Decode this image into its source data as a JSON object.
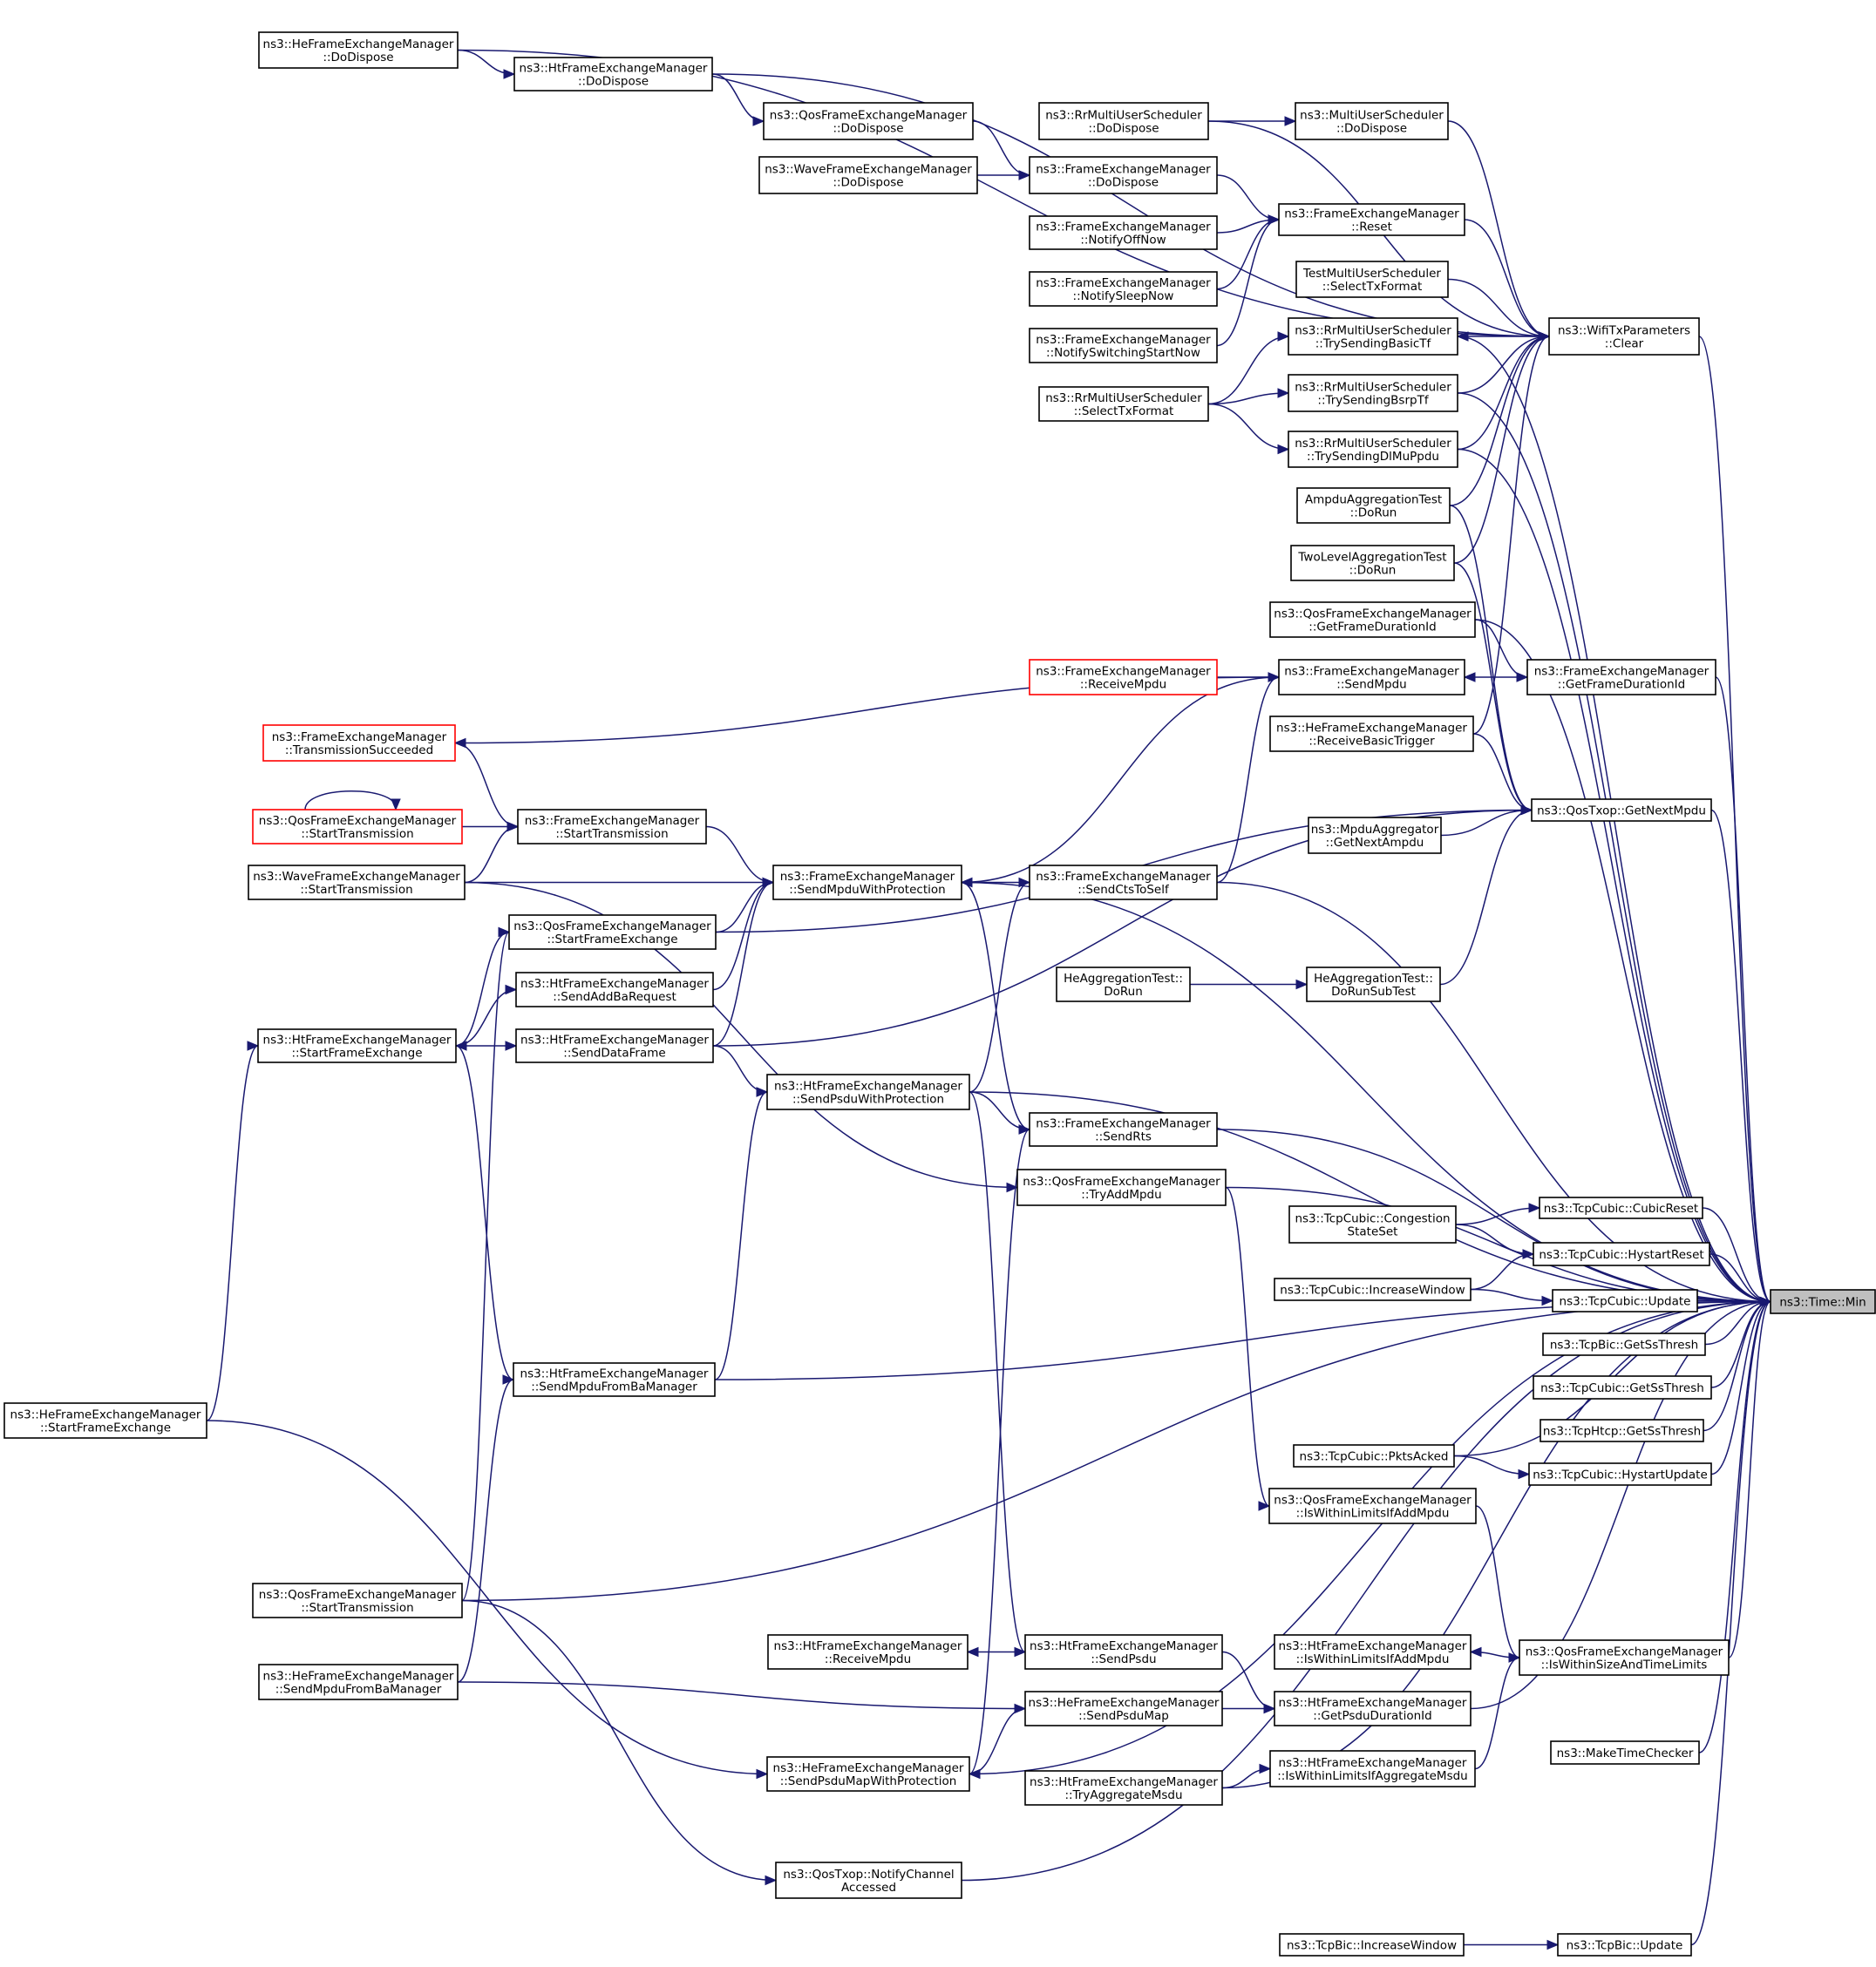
{
  "diagram": {
    "root": "min",
    "nodes": [
      {
        "id": "min",
        "lines": [
          "ns3::Time::Min"
        ],
        "style": "root"
      },
      {
        "id": "clear",
        "lines": [
          "ns3::WifiTxParameters",
          "::Clear"
        ]
      },
      {
        "id": "he_dispose",
        "lines": [
          "ns3::HeFrameExchangeManager",
          "::DoDispose"
        ]
      },
      {
        "id": "ht_dispose",
        "lines": [
          "ns3::HtFrameExchangeManager",
          "::DoDispose"
        ]
      },
      {
        "id": "qos_dispose",
        "lines": [
          "ns3::QosFrameExchangeManager",
          "::DoDispose"
        ]
      },
      {
        "id": "wave_dispose",
        "lines": [
          "ns3::WaveFrameExchangeManager",
          "::DoDispose"
        ]
      },
      {
        "id": "fem_dispose",
        "lines": [
          "ns3::FrameExchangeManager",
          "::DoDispose"
        ]
      },
      {
        "id": "rr_dispose",
        "lines": [
          "ns3::RrMultiUserScheduler",
          "::DoDispose"
        ]
      },
      {
        "id": "mu_dispose",
        "lines": [
          "ns3::MultiUserScheduler",
          "::DoDispose"
        ]
      },
      {
        "id": "fem_reset",
        "lines": [
          "ns3::FrameExchangeManager",
          "::Reset"
        ]
      },
      {
        "id": "notify_off",
        "lines": [
          "ns3::FrameExchangeManager",
          "::NotifyOffNow"
        ]
      },
      {
        "id": "notify_sleep",
        "lines": [
          "ns3::FrameExchangeManager",
          "::NotifySleepNow"
        ]
      },
      {
        "id": "notify_switch",
        "lines": [
          "ns3::FrameExchangeManager",
          "::NotifySwitchingStartNow"
        ]
      },
      {
        "id": "test_select",
        "lines": [
          "TestMultiUserScheduler",
          "::SelectTxFormat"
        ]
      },
      {
        "id": "rr_select",
        "lines": [
          "ns3::RrMultiUserScheduler",
          "::SelectTxFormat"
        ]
      },
      {
        "id": "rr_basic",
        "lines": [
          "ns3::RrMultiUserScheduler",
          "::TrySendingBasicTf"
        ]
      },
      {
        "id": "rr_bsrp",
        "lines": [
          "ns3::RrMultiUserScheduler",
          "::TrySendingBsrpTf"
        ]
      },
      {
        "id": "rr_dlmu",
        "lines": [
          "ns3::RrMultiUserScheduler",
          "::TrySendingDlMuPpdu"
        ]
      },
      {
        "id": "ampdu_test",
        "lines": [
          "AmpduAggregationTest",
          "::DoRun"
        ]
      },
      {
        "id": "twolevel_test",
        "lines": [
          "TwoLevelAggregationTest",
          "::DoRun"
        ]
      },
      {
        "id": "qos_getdur",
        "lines": [
          "ns3::QosFrameExchangeManager",
          "::GetFrameDurationId"
        ]
      },
      {
        "id": "fem_getdur",
        "lines": [
          "ns3::FrameExchangeManager",
          "::GetFrameDurationId"
        ]
      },
      {
        "id": "fem_recvmpdu",
        "lines": [
          "ns3::FrameExchangeManager",
          "::ReceiveMpdu"
        ],
        "style": "red"
      },
      {
        "id": "fem_sendmpdu",
        "lines": [
          "ns3::FrameExchangeManager",
          "::SendMpdu"
        ]
      },
      {
        "id": "he_recvbasic",
        "lines": [
          "ns3::HeFrameExchangeManager",
          "::ReceiveBasicTrigger"
        ]
      },
      {
        "id": "qostxop_next",
        "lines": [
          "ns3::QosTxop::GetNextMpdu"
        ]
      },
      {
        "id": "mpdu_agg",
        "lines": [
          "ns3::MpduAggregator",
          "::GetNextAmpdu"
        ]
      },
      {
        "id": "fem_txsucc",
        "lines": [
          "ns3::FrameExchangeManager",
          "::TransmissionSucceeded"
        ],
        "style": "red"
      },
      {
        "id": "qos_starttx_red",
        "lines": [
          "ns3::QosFrameExchangeManager",
          "::StartTransmission"
        ],
        "style": "red"
      },
      {
        "id": "fem_starttx",
        "lines": [
          "ns3::FrameExchangeManager",
          "::StartTransmission"
        ]
      },
      {
        "id": "wave_starttx",
        "lines": [
          "ns3::WaveFrameExchangeManager",
          "::StartTransmission"
        ]
      },
      {
        "id": "fem_sendprot",
        "lines": [
          "ns3::FrameExchangeManager",
          "::SendMpduWithProtection"
        ]
      },
      {
        "id": "fem_cts",
        "lines": [
          "ns3::FrameExchangeManager",
          "::SendCtsToSelf"
        ]
      },
      {
        "id": "qos_startfe",
        "lines": [
          "ns3::QosFrameExchangeManager",
          "::StartFrameExchange"
        ]
      },
      {
        "id": "ht_addba",
        "lines": [
          "ns3::HtFrameExchangeManager",
          "::SendAddBaRequest"
        ]
      },
      {
        "id": "heagg_dorun",
        "lines": [
          "HeAggregationTest::",
          "DoRun"
        ]
      },
      {
        "id": "heagg_sub",
        "lines": [
          "HeAggregationTest::",
          "DoRunSubTest"
        ]
      },
      {
        "id": "ht_startfe",
        "lines": [
          "ns3::HtFrameExchangeManager",
          "::StartFrameExchange"
        ]
      },
      {
        "id": "ht_data",
        "lines": [
          "ns3::HtFrameExchangeManager",
          "::SendDataFrame"
        ]
      },
      {
        "id": "ht_psduprot",
        "lines": [
          "ns3::HtFrameExchangeManager",
          "::SendPsduWithProtection"
        ]
      },
      {
        "id": "fem_rts",
        "lines": [
          "ns3::FrameExchangeManager",
          "::SendRts"
        ]
      },
      {
        "id": "qos_tryadd",
        "lines": [
          "ns3::QosFrameExchangeManager",
          "::TryAddMpdu"
        ]
      },
      {
        "id": "cubic_state",
        "lines": [
          "ns3::TcpCubic::Congestion",
          "StateSet"
        ]
      },
      {
        "id": "cubic_reset",
        "lines": [
          "ns3::TcpCubic::CubicReset"
        ]
      },
      {
        "id": "cubic_hystreset",
        "lines": [
          "ns3::TcpCubic::HystartReset"
        ]
      },
      {
        "id": "cubic_incwin",
        "lines": [
          "ns3::TcpCubic::IncreaseWindow"
        ]
      },
      {
        "id": "cubic_update",
        "lines": [
          "ns3::TcpCubic::Update"
        ]
      },
      {
        "id": "bic_ss",
        "lines": [
          "ns3::TcpBic::GetSsThresh"
        ]
      },
      {
        "id": "cubic_ss",
        "lines": [
          "ns3::TcpCubic::GetSsThresh"
        ]
      },
      {
        "id": "htcp_ss",
        "lines": [
          "ns3::TcpHtcp::GetSsThresh"
        ]
      },
      {
        "id": "he_startfe",
        "lines": [
          "ns3::HeFrameExchangeManager",
          "::StartFrameExchange"
        ]
      },
      {
        "id": "ht_mpduba",
        "lines": [
          "ns3::HtFrameExchangeManager",
          "::SendMpduFromBaManager"
        ]
      },
      {
        "id": "cubic_pkts",
        "lines": [
          "ns3::TcpCubic::PktsAcked"
        ]
      },
      {
        "id": "cubic_hystupd",
        "lines": [
          "ns3::TcpCubic::HystartUpdate"
        ]
      },
      {
        "id": "qos_limadd",
        "lines": [
          "ns3::QosFrameExchangeManager",
          "::IsWithinLimitsIfAddMpdu"
        ]
      },
      {
        "id": "qos_starttx",
        "lines": [
          "ns3::QosFrameExchangeManager",
          "::StartTransmission"
        ]
      },
      {
        "id": "ht_recvmpdu",
        "lines": [
          "ns3::HtFrameExchangeManager",
          "::ReceiveMpdu"
        ]
      },
      {
        "id": "ht_sendpsdu",
        "lines": [
          "ns3::HtFrameExchangeManager",
          "::SendPsdu"
        ]
      },
      {
        "id": "ht_limadd",
        "lines": [
          "ns3::HtFrameExchangeManager",
          "::IsWithinLimitsIfAddMpdu"
        ]
      },
      {
        "id": "qos_sizetime",
        "lines": [
          "ns3::QosFrameExchangeManager",
          "::IsWithinSizeAndTimeLimits"
        ]
      },
      {
        "id": "he_mpduba",
        "lines": [
          "ns3::HeFrameExchangeManager",
          "::SendMpduFromBaManager"
        ]
      },
      {
        "id": "he_psdumap",
        "lines": [
          "ns3::HeFrameExchangeManager",
          "::SendPsduMap"
        ]
      },
      {
        "id": "ht_psdudur",
        "lines": [
          "ns3::HtFrameExchangeManager",
          "::GetPsduDurationId"
        ]
      },
      {
        "id": "make_checker",
        "lines": [
          "ns3::MakeTimeChecker"
        ]
      },
      {
        "id": "he_psdumapprot",
        "lines": [
          "ns3::HeFrameExchangeManager",
          "::SendPsduMapWithProtection"
        ]
      },
      {
        "id": "ht_tryagg",
        "lines": [
          "ns3::HtFrameExchangeManager",
          "::TryAggregateMsdu"
        ]
      },
      {
        "id": "ht_limagg",
        "lines": [
          "ns3::HtFrameExchangeManager",
          "::IsWithinLimitsIfAggregateMsdu"
        ]
      },
      {
        "id": "qostxop_notify",
        "lines": [
          "ns3::QosTxop::NotifyChannel",
          "Accessed"
        ]
      },
      {
        "id": "bic_incwin",
        "lines": [
          "ns3::TcpBic::IncreaseWindow"
        ]
      },
      {
        "id": "bic_update",
        "lines": [
          "ns3::TcpBic::Update"
        ]
      }
    ],
    "edges": [
      [
        "he_dispose",
        "ht_dispose"
      ],
      [
        "ht_dispose",
        "qos_dispose"
      ],
      [
        "qos_dispose",
        "fem_dispose"
      ],
      [
        "wave_dispose",
        "fem_dispose"
      ],
      [
        "fem_dispose",
        "fem_reset"
      ],
      [
        "rr_dispose",
        "mu_dispose"
      ],
      [
        "notify_off",
        "fem_reset"
      ],
      [
        "notify_sleep",
        "fem_reset"
      ],
      [
        "notify_switch",
        "fem_reset"
      ],
      [
        "rr_select",
        "rr_basic"
      ],
      [
        "rr_select",
        "rr_bsrp"
      ],
      [
        "rr_select",
        "rr_dlmu"
      ],
      [
        "he_dispose",
        "clear"
      ],
      [
        "ht_dispose",
        "clear"
      ],
      [
        "rr_dispose",
        "clear"
      ],
      [
        "mu_dispose",
        "clear"
      ],
      [
        "fem_reset",
        "clear"
      ],
      [
        "test_select",
        "clear"
      ],
      [
        "clear",
        "rr_basic"
      ],
      [
        "rr_bsrp",
        "clear"
      ],
      [
        "rr_dlmu",
        "clear"
      ],
      [
        "ampdu_test",
        "clear"
      ],
      [
        "twolevel_test",
        "clear"
      ],
      [
        "he_recvbasic",
        "clear"
      ],
      [
        "fem_recvmpdu",
        "fem_sendmpdu"
      ],
      [
        "fem_getdur",
        "fem_sendmpdu"
      ],
      [
        "qos_getdur",
        "fem_getdur"
      ],
      [
        "fem_sendmpdu",
        "fem_txsucc"
      ],
      [
        "fem_txsucc",
        "fem_starttx"
      ],
      [
        "qos_starttx_red",
        "fem_starttx"
      ],
      [
        "qos_starttx_red",
        "qos_starttx_red"
      ],
      [
        "wave_starttx",
        "fem_starttx"
      ],
      [
        "fem_starttx",
        "fem_sendprot"
      ],
      [
        "wave_starttx",
        "fem_sendprot"
      ],
      [
        "fem_sendprot",
        "fem_sendmpdu"
      ],
      [
        "qos_startfe",
        "fem_sendprot"
      ],
      [
        "ht_addba",
        "fem_sendprot"
      ],
      [
        "ht_data",
        "fem_sendprot"
      ],
      [
        "fem_cts",
        "fem_sendprot"
      ],
      [
        "fem_cts",
        "fem_sendmpdu"
      ],
      [
        "ampdu_test",
        "qostxop_next"
      ],
      [
        "twolevel_test",
        "qostxop_next"
      ],
      [
        "he_recvbasic",
        "qostxop_next"
      ],
      [
        "mpdu_agg",
        "qostxop_next"
      ],
      [
        "heagg_sub",
        "qostxop_next"
      ],
      [
        "qos_startfe",
        "qostxop_next"
      ],
      [
        "ht_data",
        "qostxop_next"
      ],
      [
        "heagg_dorun",
        "heagg_sub"
      ],
      [
        "ht_startfe",
        "qos_startfe"
      ],
      [
        "ht_startfe",
        "ht_addba"
      ],
      [
        "ht_startfe",
        "ht_data"
      ],
      [
        "ht_data",
        "ht_psduprot"
      ],
      [
        "ht_psduprot",
        "fem_cts"
      ],
      [
        "ht_psduprot",
        "fem_rts"
      ],
      [
        "fem_rts",
        "fem_sendprot"
      ],
      [
        "he_startfe",
        "ht_startfe"
      ],
      [
        "ht_mpduba",
        "ht_startfe"
      ],
      [
        "ht_mpduba",
        "ht_psduprot"
      ],
      [
        "wave_starttx",
        "qos_tryadd"
      ],
      [
        "qos_tryadd",
        "qos_limadd"
      ],
      [
        "cubic_state",
        "cubic_reset"
      ],
      [
        "cubic_state",
        "cubic_hystreset"
      ],
      [
        "cubic_incwin",
        "cubic_hystreset"
      ],
      [
        "cubic_incwin",
        "cubic_update"
      ],
      [
        "cubic_pkts",
        "cubic_hystupd"
      ],
      [
        "qos_starttx",
        "qos_startfe"
      ],
      [
        "qos_starttx",
        "qostxop_notify"
      ],
      [
        "he_mpduba",
        "ht_mpduba"
      ],
      [
        "he_mpduba",
        "he_psdumap"
      ],
      [
        "ht_sendpsdu",
        "ht_recvmpdu"
      ],
      [
        "ht_psduprot",
        "ht_sendpsdu"
      ],
      [
        "ht_sendpsdu",
        "ht_psdudur"
      ],
      [
        "he_psdumap",
        "ht_psdudur"
      ],
      [
        "he_psdumap",
        "he_psdumapprot"
      ],
      [
        "he_startfe",
        "he_psdumapprot"
      ],
      [
        "he_psdumapprot",
        "fem_rts"
      ],
      [
        "qos_sizetime",
        "ht_limadd"
      ],
      [
        "qos_limadd",
        "qos_sizetime"
      ],
      [
        "ht_limagg",
        "qos_sizetime"
      ],
      [
        "ht_tryagg",
        "ht_limagg"
      ],
      [
        "bic_incwin",
        "bic_update"
      ],
      [
        "clear",
        "min"
      ],
      [
        "rr_basic",
        "min"
      ],
      [
        "rr_bsrp",
        "min"
      ],
      [
        "rr_dlmu",
        "min"
      ],
      [
        "qos_getdur",
        "min"
      ],
      [
        "fem_getdur",
        "min"
      ],
      [
        "qostxop_next",
        "min"
      ],
      [
        "fem_cts",
        "min"
      ],
      [
        "fem_sendprot",
        "min"
      ],
      [
        "ht_psduprot",
        "min"
      ],
      [
        "fem_rts",
        "min"
      ],
      [
        "qos_tryadd",
        "min"
      ],
      [
        "cubic_reset",
        "min"
      ],
      [
        "cubic_hystreset",
        "min"
      ],
      [
        "cubic_update",
        "min"
      ],
      [
        "bic_ss",
        "min"
      ],
      [
        "cubic_ss",
        "min"
      ],
      [
        "htcp_ss",
        "min"
      ],
      [
        "cubic_hystupd",
        "min"
      ],
      [
        "cubic_pkts",
        "min"
      ],
      [
        "ht_mpduba",
        "min"
      ],
      [
        "qos_starttx",
        "min"
      ],
      [
        "qos_sizetime",
        "min"
      ],
      [
        "ht_psdudur",
        "min"
      ],
      [
        "make_checker",
        "min"
      ],
      [
        "ht_tryagg",
        "min"
      ],
      [
        "he_psdumapprot",
        "min"
      ],
      [
        "qostxop_notify",
        "min"
      ],
      [
        "bic_update",
        "min"
      ]
    ]
  }
}
